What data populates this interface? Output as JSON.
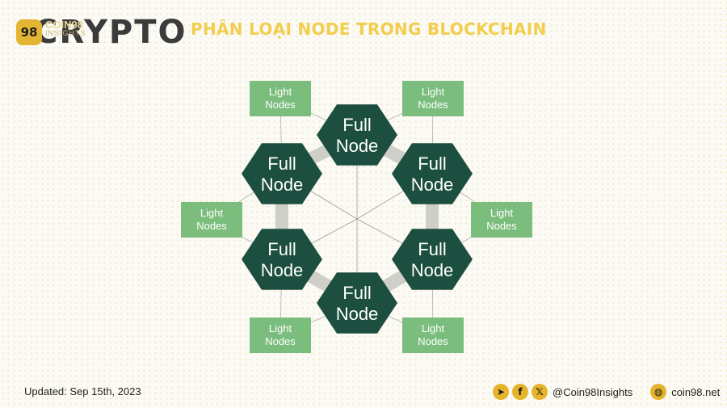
{
  "brand": {
    "wordmark": "CRYPTO",
    "logo_mark": "98",
    "logo_name": "COIN98",
    "logo_tag": "INSIGHTS"
  },
  "title": "PHÂN LOẠI NODE TRONG BLOCKCHAIN",
  "diagram": {
    "full_node_line1": "Full",
    "full_node_line2": "Node",
    "light_node_line1": "Light",
    "light_node_line2": "Nodes",
    "colors": {
      "full_node": "#1c4f40",
      "light_node": "#7bbd7d",
      "connector": "#cfcfca",
      "edge": "#9a9a9a"
    }
  },
  "footer": {
    "updated": "Updated: Sep 15th, 2023",
    "social_icons": [
      "telegram-icon",
      "facebook-icon",
      "x-icon"
    ],
    "handle": "@Coin98Insights",
    "website_icon": "globe-icon",
    "website": "coin98.net"
  }
}
